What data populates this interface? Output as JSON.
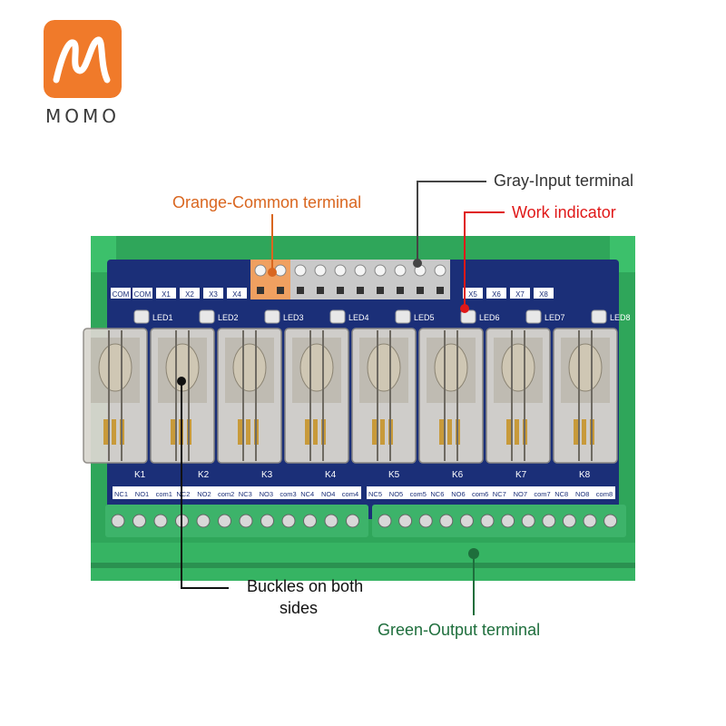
{
  "brand": {
    "name": "MOMO",
    "logo_color": "#F07A2A"
  },
  "callouts": {
    "orange_common": {
      "text": "Orange-Common terminal",
      "color": "#D9661F"
    },
    "gray_input": {
      "text": "Gray-Input terminal",
      "color": "#333333"
    },
    "work_indicator": {
      "text": "Work indicator",
      "color": "#E01818"
    },
    "buckles": {
      "line1": "Buckles on both",
      "line2": "sides",
      "color": "#111111"
    },
    "green_output": {
      "text": "Green-Output terminal",
      "color": "#1E6E3C"
    }
  },
  "board": {
    "input_labels": [
      "COM",
      "COM",
      "X1",
      "X2",
      "X3",
      "X4",
      "X5",
      "X6",
      "X7",
      "X8"
    ],
    "led_labels": [
      "LED1",
      "LED2",
      "LED3",
      "LED4",
      "LED5",
      "LED6",
      "LED7",
      "LED8"
    ],
    "relay_labels": [
      "K1",
      "K2",
      "K3",
      "K4",
      "K5",
      "K6",
      "K7",
      "K8"
    ],
    "output_labels_left": [
      "NC1",
      "NO1",
      "com1",
      "NC2",
      "NO2",
      "com2",
      "NC3",
      "NO3",
      "com3",
      "NC4",
      "NO4",
      "com4"
    ],
    "output_labels_right": [
      "NC5",
      "NO5",
      "com5",
      "NC6",
      "NO6",
      "com6",
      "NC7",
      "NO7",
      "com7",
      "NC8",
      "NO8",
      "com8"
    ],
    "colors": {
      "rail": "#2FA65A",
      "pcb": "#1B2F78",
      "relay_shell": "#D9D6CF",
      "terminal_green": "#3DB36A",
      "terminal_gray": "#C9C9C9",
      "terminal_orange": "#F0A060"
    }
  }
}
